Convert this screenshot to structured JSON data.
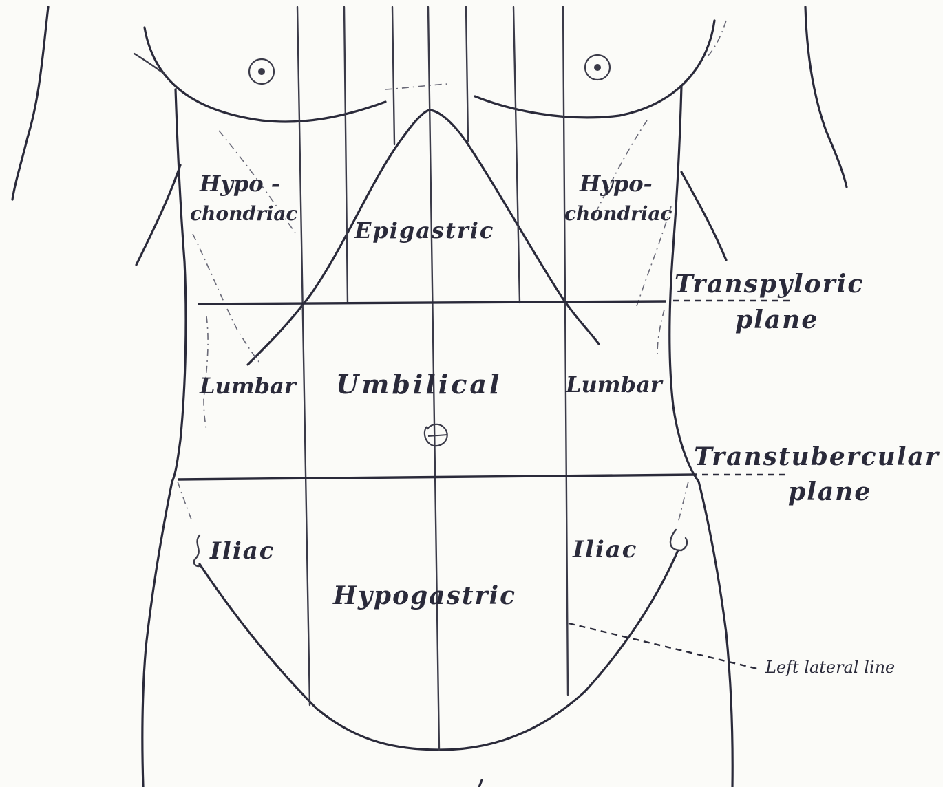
{
  "regions": {
    "hypochondriac_right_line1": "Hypo -",
    "hypochondriac_right_line2": "chondriac",
    "epigastric": "Epigastric",
    "hypochondriac_left_line1": "Hypo-",
    "hypochondriac_left_line2": "chondriac",
    "lumbar_right": "Lumbar",
    "umbilical": "Umbilical",
    "lumbar_left": "Lumbar",
    "iliac_right": "Iliac",
    "hypogastric": "Hypogastric",
    "iliac_left": "Iliac"
  },
  "annotations": {
    "transpyloric_line1": "Transpyloric",
    "transpyloric_line2": "plane",
    "transtubercular_line1": "Transtubercular",
    "transtubercular_line2": "plane",
    "left_lateral_line": "Left lateral line"
  }
}
